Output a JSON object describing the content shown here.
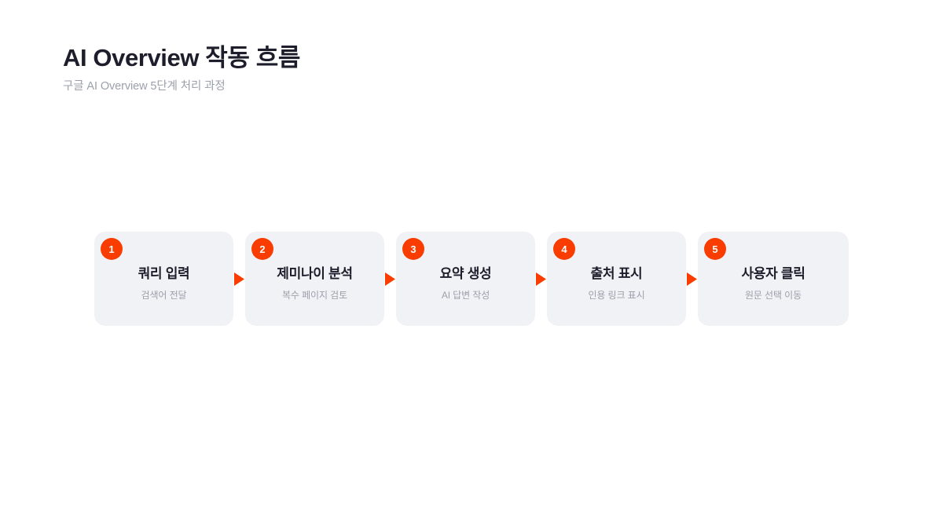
{
  "header": {
    "title": "AI Overview 작동 흐름",
    "subtitle": "구글 AI Overview 5단계 처리 과정"
  },
  "theme": {
    "accent": "#f93c00",
    "card_bg": "#f1f2f5",
    "title_color": "#1d1d2b",
    "muted_color": "#9ca0ab",
    "page_bg": "#ffffff"
  },
  "flow": {
    "connector_icon": "play-triangle-right-icon",
    "steps": [
      {
        "number": "1",
        "title": "쿼리 입력",
        "desc": "검색어 전달"
      },
      {
        "number": "2",
        "title": "제미나이 분석",
        "desc": "복수 페이지 검토"
      },
      {
        "number": "3",
        "title": "요약 생성",
        "desc": "AI 답변 작성"
      },
      {
        "number": "4",
        "title": "출처 표시",
        "desc": "인용 링크 표시"
      },
      {
        "number": "5",
        "title": "사용자 클릭",
        "desc": "원문 선택 이동"
      }
    ]
  }
}
